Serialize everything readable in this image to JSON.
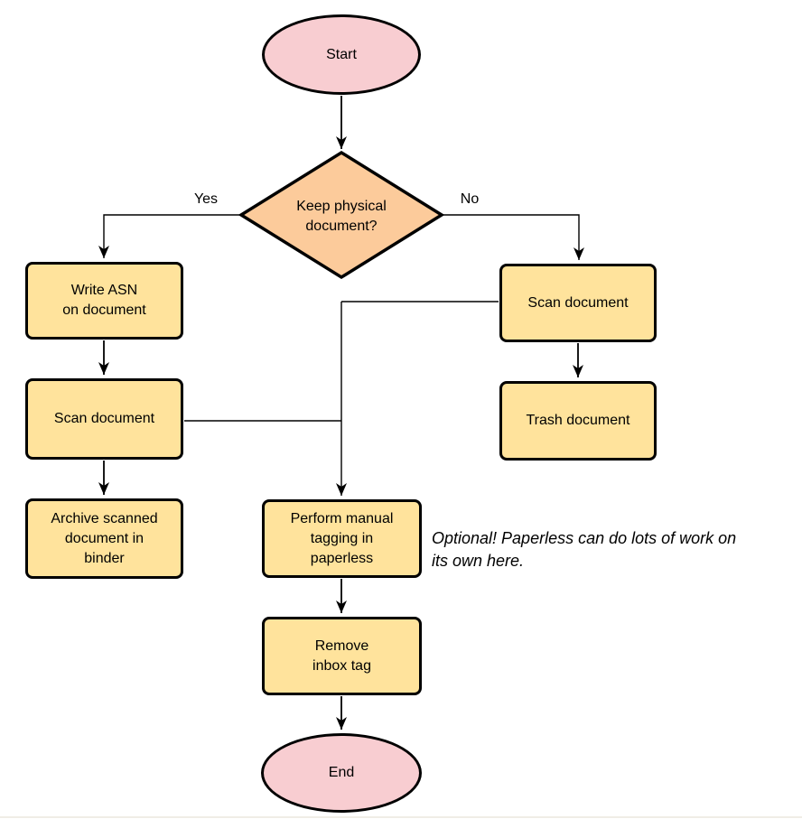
{
  "colors": {
    "canvas-bg": "#ffffff",
    "line": "#000000",
    "node-border": "#000000",
    "terminal-fill": "#f8cdd1",
    "decision-fill": "#fccb9b",
    "process-fill": "#ffe39c",
    "text": "#000000",
    "divider": "#f0ede6"
  },
  "nodes": {
    "start": {
      "label": "Start"
    },
    "decision": {
      "label": "Keep physical\ndocument?"
    },
    "write_asn": {
      "label": "Write ASN\non document"
    },
    "scan_left": {
      "label": "Scan document"
    },
    "archive": {
      "label": "Archive scanned\ndocument in\nbinder"
    },
    "scan_right": {
      "label": "Scan document"
    },
    "trash": {
      "label": "Trash document"
    },
    "tagging": {
      "label": "Perform manual\ntagging in\npaperless"
    },
    "remove_inbox": {
      "label": "Remove\ninbox tag"
    },
    "end": {
      "label": "End"
    }
  },
  "edges": {
    "yes": "Yes",
    "no": "No"
  },
  "annotation": {
    "text": "Optional! Paperless can do lots of work on\nits own here."
  }
}
